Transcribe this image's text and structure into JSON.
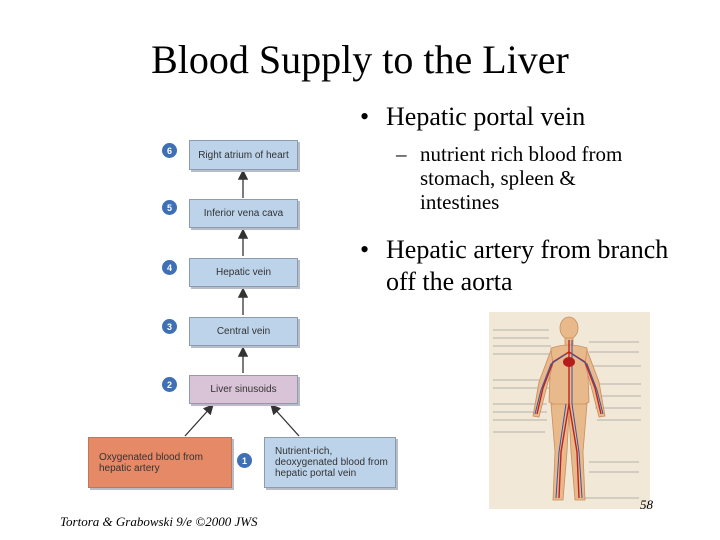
{
  "slide": {
    "title": "Blood Supply to the Liver",
    "bullets": [
      {
        "marker": "•",
        "text": "Hepatic portal vein",
        "sub": [
          {
            "marker": "–",
            "text": "nutrient rich blood from stomach, spleen & intestines"
          }
        ]
      },
      {
        "marker": "•",
        "text": "Hepatic artery from branch off the aorta"
      }
    ],
    "page_number": "58",
    "credit": "Tortora & Grabowski 9/e ©2000 JWS"
  },
  "flow": {
    "steps": [
      {
        "num": "6",
        "label": "Right atrium of heart",
        "color": "#bcd3ea"
      },
      {
        "num": "5",
        "label": "Inferior vena cava",
        "color": "#bcd3ea"
      },
      {
        "num": "4",
        "label": "Hepatic vein",
        "color": "#bcd3ea"
      },
      {
        "num": "3",
        "label": "Central vein",
        "color": "#bcd3ea"
      },
      {
        "num": "2",
        "label": "Liver sinusoids",
        "color": "#d9c3d7"
      }
    ],
    "inputs": [
      {
        "label": "Oxygenated blood from hepatic artery",
        "color": "#e58967"
      },
      {
        "num": "1",
        "label": "Nutrient-rich, deoxygenated blood from hepatic portal vein",
        "color": "#bcd3ea"
      }
    ],
    "number_badge_color": "#3f6fb5"
  },
  "figure": {
    "name": "human circulatory system anatomy illustration"
  }
}
